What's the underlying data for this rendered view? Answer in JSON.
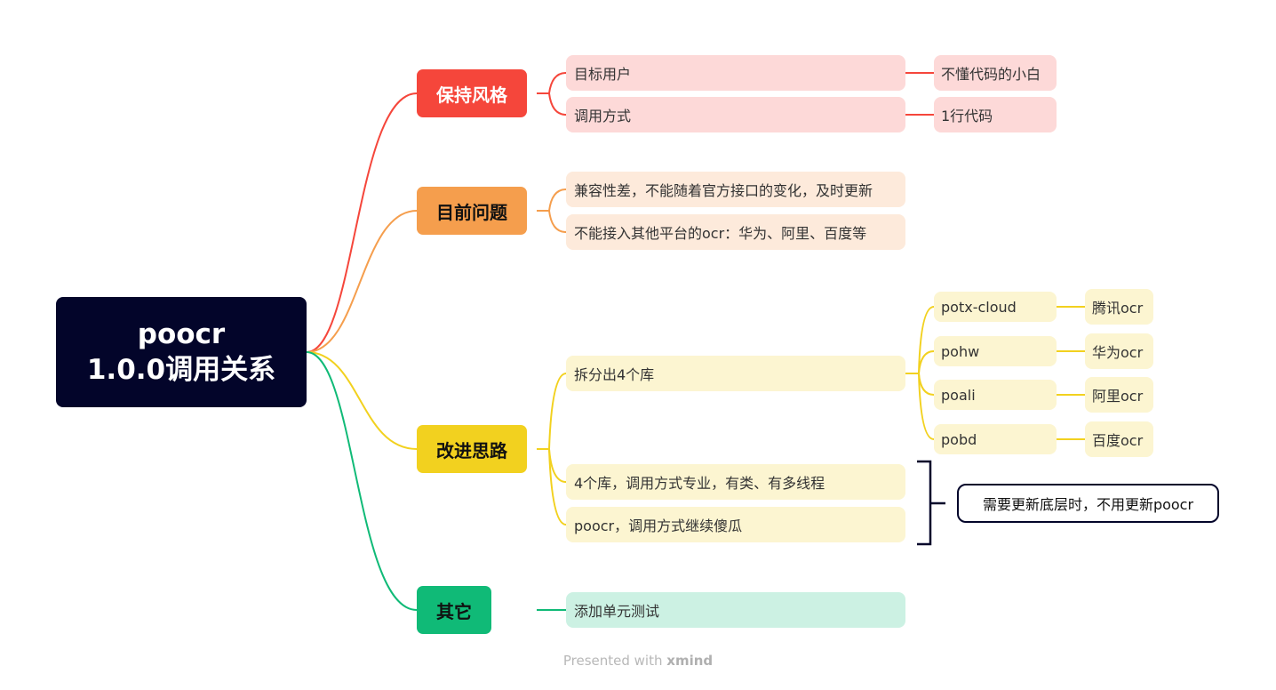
{
  "root": {
    "line1": "poocr",
    "line2": "1.0.0调用关系"
  },
  "branches": [
    {
      "label": "保持风格",
      "color": "#f5463b",
      "text_color": "#ffffff",
      "sub_bg": "#fdd9d8",
      "children": [
        {
          "label": "目标用户",
          "child": "不懂代码的小白"
        },
        {
          "label": "调用方式",
          "child": "1行代码"
        }
      ]
    },
    {
      "label": "目前问题",
      "color": "#f59e4d",
      "text_color": "#111111",
      "sub_bg": "#fdeadb",
      "children": [
        {
          "label": "兼容性差，不能随着官方接口的变化，及时更新"
        },
        {
          "label": "不能接入其他平台的ocr：华为、阿里、百度等"
        }
      ]
    },
    {
      "label": "改进思路",
      "color": "#f2d11f",
      "text_color": "#111111",
      "sub_bg": "#fcf5d1",
      "children": [
        {
          "label": "拆分出4个库",
          "libs": [
            {
              "name": "potx-cloud",
              "ocr": "腾讯ocr"
            },
            {
              "name": "pohw",
              "ocr": "华为ocr"
            },
            {
              "name": "poali",
              "ocr": "阿里ocr"
            },
            {
              "name": "pobd",
              "ocr": "百度ocr"
            }
          ]
        },
        {
          "label": "4个库，调用方式专业，有类、有多线程"
        },
        {
          "label": "poocr，调用方式继续傻瓜"
        }
      ]
    },
    {
      "label": "其它",
      "color": "#10ba77",
      "text_color": "#111111",
      "sub_bg": "#ccf1e3",
      "children": [
        {
          "label": "添加单元测试"
        }
      ]
    }
  ],
  "summary": "需要更新底层时，不用更新poocr",
  "footer": {
    "prefix": "Presented with",
    "brand": "xmind"
  },
  "colors": {
    "root_bg": "#03052a",
    "summary_border": "#03052a"
  }
}
